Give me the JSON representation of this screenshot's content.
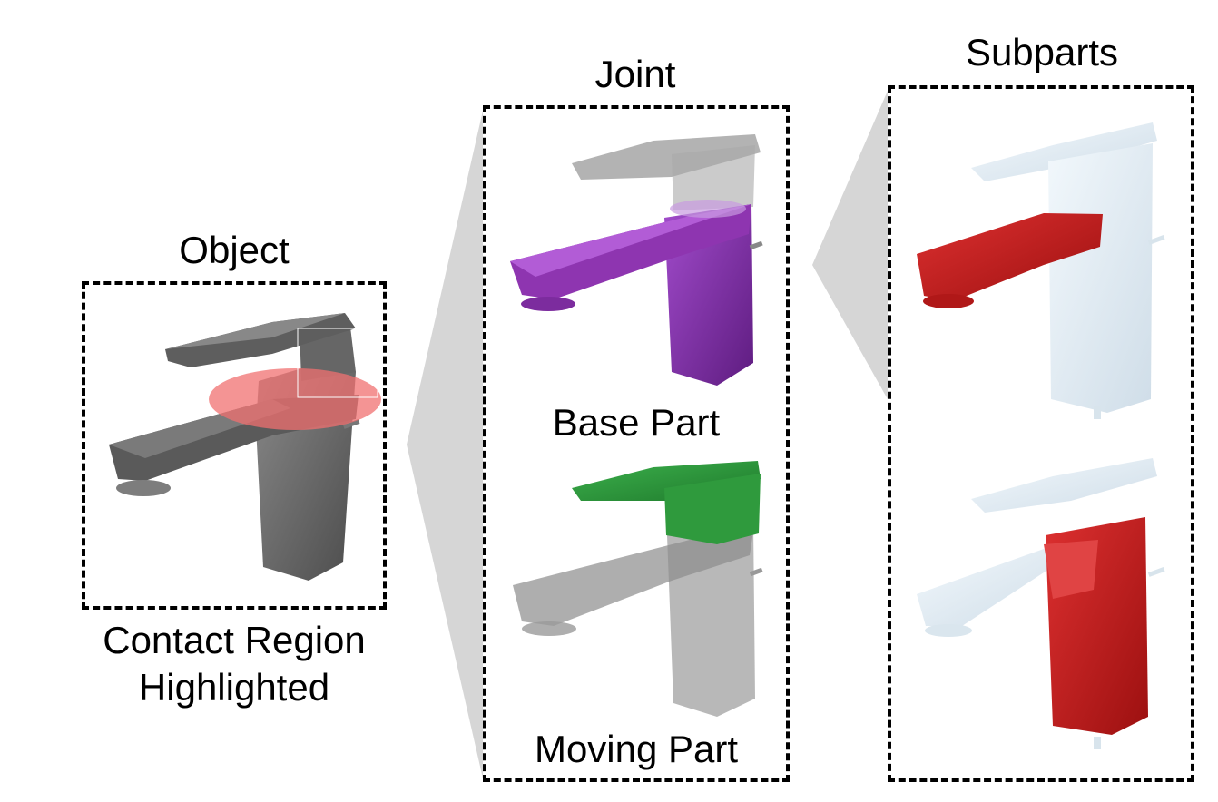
{
  "panels": {
    "object": {
      "title": "Object",
      "caption_line1": "Contact Region",
      "caption_line2": "Highlighted"
    },
    "joint": {
      "title": "Joint",
      "base_label": "Base Part",
      "moving_label": "Moving Part"
    },
    "subparts": {
      "title": "Subparts"
    }
  },
  "colors": {
    "base_gray": "#6e6e6e",
    "contact_highlight": "#f07070",
    "base_part": "#8e35b0",
    "moving_part": "#2f9a3d",
    "subpart_highlight": "#c21c1c",
    "subpart_rest": "#dce8f0",
    "connector": "#d6d6d6"
  }
}
